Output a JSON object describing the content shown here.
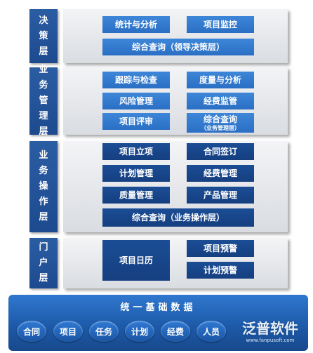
{
  "layers": {
    "decision": "决策层",
    "management": "业务管理层",
    "operation": "业务操作层",
    "portal": "门户层"
  },
  "decision": {
    "stats": "统计与分析",
    "monitor": "项目监控",
    "query": "综合查询（领导决策层）"
  },
  "management": {
    "track": "跟踪与检查",
    "measure": "度量与分析",
    "risk": "风险管理",
    "expense": "经费监管",
    "review": "项目评审",
    "query": "综合查询",
    "query_sub": "（业务管理层）"
  },
  "operation": {
    "setup": "项目立项",
    "contract": "合同签订",
    "plan": "计划管理",
    "funds": "经费管理",
    "quality": "质量管理",
    "product": "产品管理",
    "query": "综合查询（业务操作层）"
  },
  "portal": {
    "calendar": "项目日历",
    "project_alert": "项目预警",
    "plan_alert": "计划预警"
  },
  "base": {
    "title": "统一基础数据",
    "pills": [
      "合同",
      "项目",
      "任务",
      "计划",
      "经费",
      "人员"
    ]
  },
  "watermark": {
    "text": "泛普软件",
    "sub": "www.fanpusoft.com"
  },
  "colors": {
    "layer_label": "#1d4a8f",
    "box_light": "#2a6fc4",
    "box_dark": "#153f80",
    "panel": "#e3e5e9"
  }
}
